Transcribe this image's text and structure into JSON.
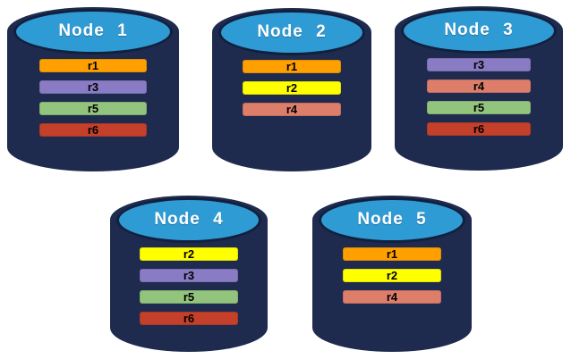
{
  "diagram": {
    "description": "Five database node cylinders showing replica placement",
    "background_color": "#ffffff",
    "cylinder": {
      "body_color": "#1e2b4e",
      "top_color": "#2f9bd4",
      "top_border_color": "#12203e",
      "title_color": "#ffffff",
      "bar_text_color": "#000000"
    },
    "replica_colors": {
      "r1": "#ffa000",
      "r2": "#ffff00",
      "r3": "#8a7cc4",
      "r4": "#dd7e6b",
      "r5": "#93c47d",
      "r6": "#c4402a"
    },
    "nodes": [
      {
        "label": "Node 1",
        "replicas": [
          "r1",
          "r3",
          "r5",
          "r6"
        ]
      },
      {
        "label": "Node 2",
        "replicas": [
          "r1",
          "r2",
          "r4"
        ]
      },
      {
        "label": "Node 3",
        "replicas": [
          "r3",
          "r4",
          "r5",
          "r6"
        ]
      },
      {
        "label": "Node 4",
        "replicas": [
          "r2",
          "r3",
          "r5",
          "r6"
        ]
      },
      {
        "label": "Node 5",
        "replicas": [
          "r1",
          "r2",
          "r4"
        ]
      }
    ]
  }
}
